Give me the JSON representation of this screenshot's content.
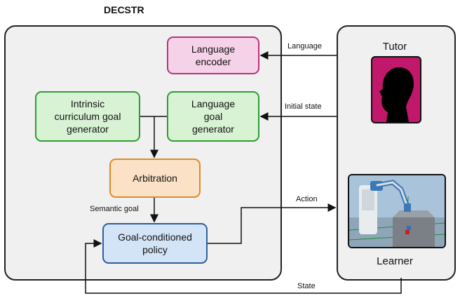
{
  "title": "DECSTR",
  "boxes": {
    "language_encoder": {
      "line1": "Language",
      "line2": "encoder"
    },
    "intrinsic_generator": {
      "line1": "Intrinsic",
      "line2": "curriculum goal",
      "line3": "generator"
    },
    "language_goal_generator": {
      "line1": "Language",
      "line2": "goal",
      "line3": "generator"
    },
    "arbitration": {
      "label": "Arbitration"
    },
    "policy": {
      "line1": "Goal-conditioned",
      "line2": "policy"
    }
  },
  "arrows": {
    "language": "Language",
    "initial_state": "Initial state",
    "action": "Action",
    "semantic_goal": "Semantic goal",
    "state": "State"
  },
  "side": {
    "tutor": "Tutor",
    "learner": "Learner"
  },
  "colors": {
    "pink_fill": "#f6d2e8",
    "pink_border": "#b8347e",
    "green_fill": "#d8f2d4",
    "green_border": "#2f9c33",
    "orange_fill": "#fbe2c7",
    "orange_border": "#e08a26",
    "blue_fill": "#d3e4f6",
    "blue_border": "#2f5f9e",
    "tutor_bg": "#c2186b"
  },
  "icons": [
    "head-silhouette-icon",
    "robot-arm-icon"
  ]
}
